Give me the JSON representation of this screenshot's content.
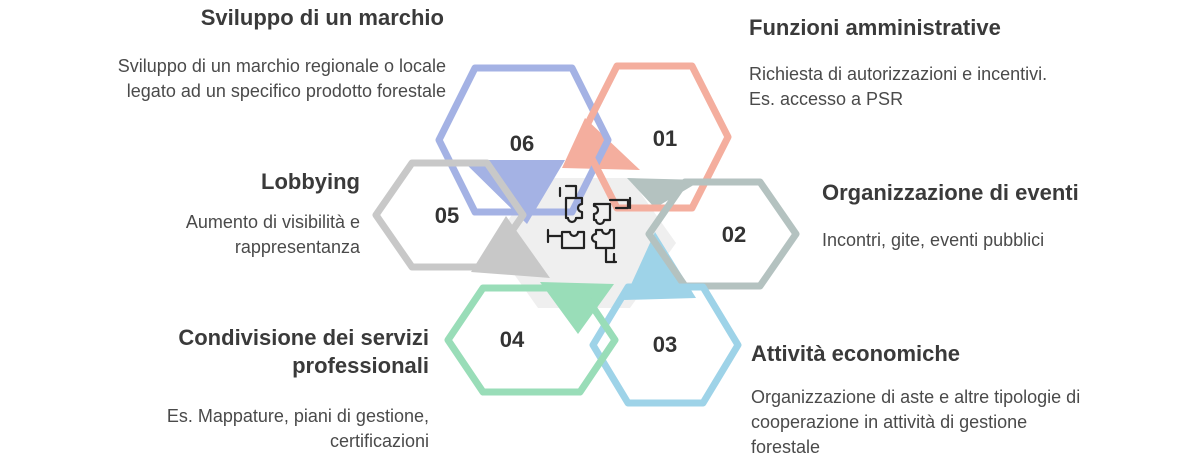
{
  "center_icon": "puzzle-hands-icon",
  "items": [
    {
      "number": "01",
      "title": "Funzioni amministrative",
      "desc_lines": [
        "Richiesta di autorizzazioni e incentivi.",
        "Es. accesso a PSR"
      ],
      "color": "#F4AE9E"
    },
    {
      "number": "02",
      "title": "Organizzazione di eventi",
      "desc_lines": [
        "Incontri, gite, eventi pubblici"
      ],
      "color": "#B4C2C0"
    },
    {
      "number": "03",
      "title": "Attività economiche",
      "desc_lines": [
        "Organizzazione di aste e altre tipologie di",
        "cooperazione in attività di gestione",
        "forestale"
      ],
      "color": "#9ED3E8"
    },
    {
      "number": "04",
      "title_lines": [
        "Condivisione dei servizi",
        "professionali"
      ],
      "desc_lines": [
        "Es. Mappature, piani di gestione,",
        "certificazioni"
      ],
      "color": "#99DDB8"
    },
    {
      "number": "05",
      "title": "Lobbying",
      "desc_lines": [
        "Aumento di visibilità e",
        "rappresentanza"
      ],
      "color": "#C8C8C8"
    },
    {
      "number": "06",
      "title": "Sviluppo di un marchio",
      "desc_lines": [
        "Sviluppo di un marchio regionale o locale",
        "legato ad un specifico prodotto forestale"
      ],
      "color": "#A4B2E4"
    }
  ]
}
